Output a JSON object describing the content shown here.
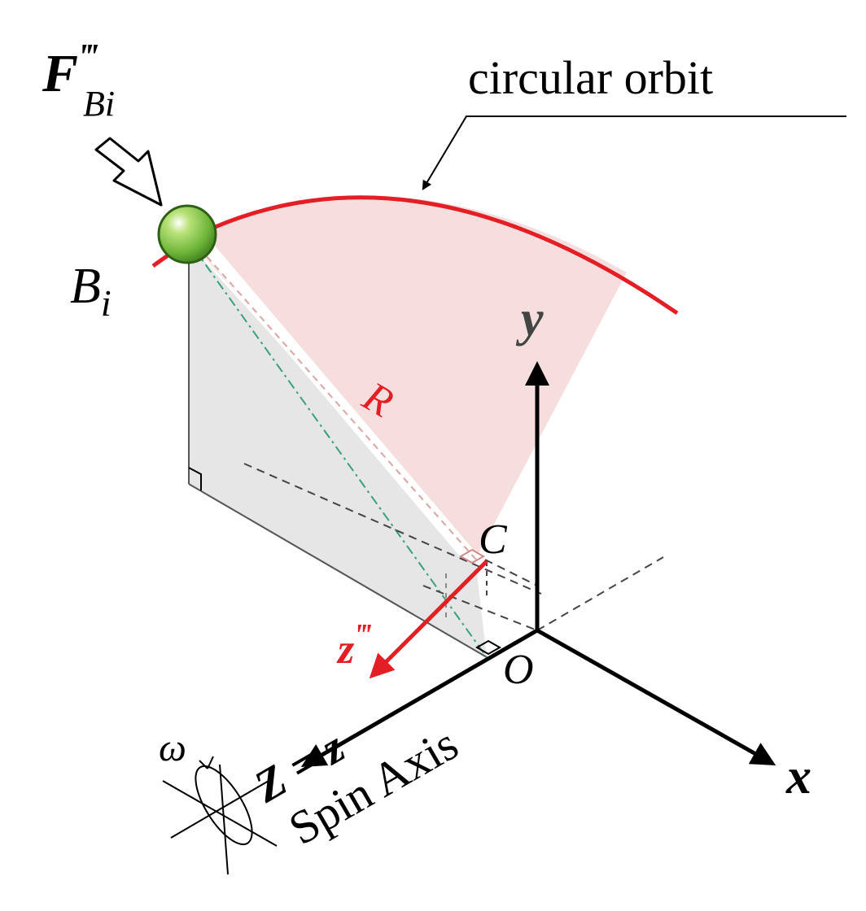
{
  "labels": {
    "force_main": "F",
    "force_prime": "‴",
    "force_sub": "Bi",
    "ball_main": "B",
    "ball_sub": "i",
    "orbit": "circular orbit",
    "radius": "R",
    "center": "C",
    "origin": "O",
    "y_axis": "y",
    "x_axis": "x",
    "z_triple_main": "z",
    "z_triple_prime": "‴",
    "z_axis": "Z = z",
    "spin_axis": "Spin Axis",
    "omega": "ω"
  },
  "colors": {
    "orbit_red": "#e31e24",
    "fan_fill": "#f7dede",
    "plane_fill": "#e6e6e6",
    "ball_green": "#7cc242",
    "axis_black": "#000000",
    "dash_green": "#3aa07a",
    "dash_gray": "#444444"
  },
  "icons": {
    "force": "hollow-arrow-icon",
    "ball": "ball-icon",
    "spin": "rotation-icon"
  }
}
